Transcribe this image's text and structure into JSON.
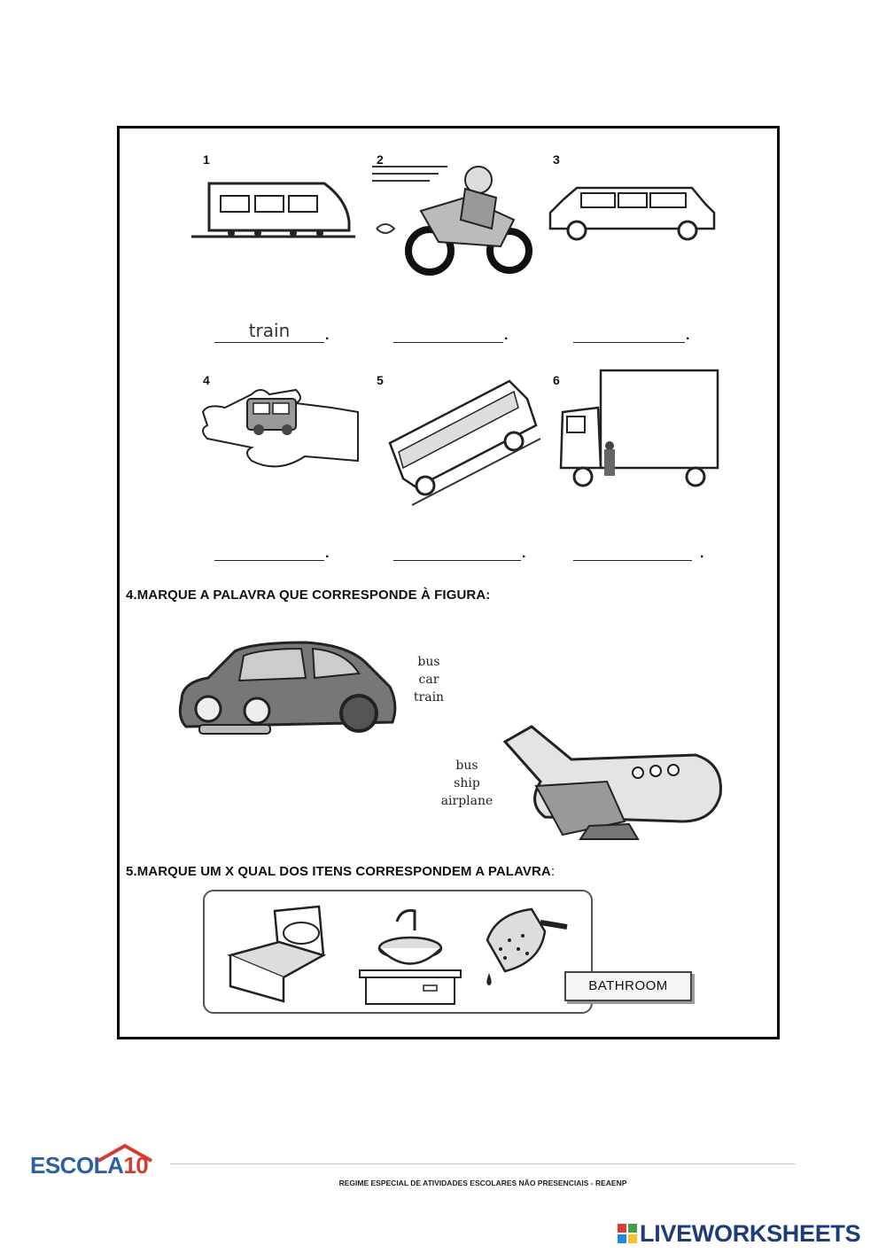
{
  "exercise3": {
    "items": [
      {
        "number": "1",
        "icon": "train-icon",
        "answer": "train"
      },
      {
        "number": "2",
        "icon": "motorcycle-icon",
        "answer": ""
      },
      {
        "number": "3",
        "icon": "limousine-icon",
        "answer": ""
      },
      {
        "number": "4",
        "icon": "taxi-car-in-hand-icon",
        "answer": ""
      },
      {
        "number": "5",
        "icon": "bus-icon",
        "answer": ""
      },
      {
        "number": "6",
        "icon": "truck-icon",
        "answer": ""
      }
    ],
    "dot": "."
  },
  "exercise4": {
    "title": "4.MARQUE  A PALAVRA QUE CORRESPONDE À FIGURA:",
    "car_options": [
      "bus",
      "car",
      "train"
    ],
    "plane_options": [
      "bus",
      "ship",
      "airplane"
    ]
  },
  "exercise5": {
    "title": "5.MARQUE UM X  QUAL DOS ITENS CORRESPONDEM A PALAVRA",
    "colon": ":",
    "items": [
      "bed-icon",
      "sink-icon",
      "shower-icon"
    ],
    "word": "BATHROOM"
  },
  "footer": {
    "logo_text": "ESCOLA",
    "logo_number": "10",
    "text": "REGIME ESPECIAL DE ATIVIDADES ESCOLARES  NÃO PRESENCIAIS - REAENP",
    "brand": "LIVEWORKSHEETS"
  }
}
